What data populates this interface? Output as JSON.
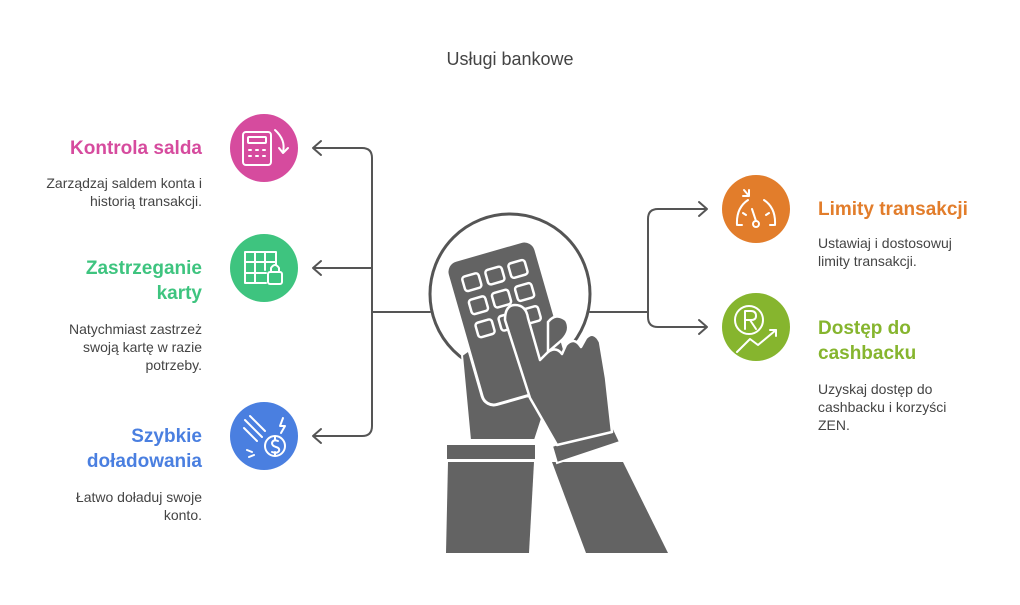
{
  "title": "Usługi bankowe",
  "colors": {
    "pink": "#d64b9e",
    "green": "#3ec47f",
    "blue": "#4a7fe0",
    "orange": "#e27d2b",
    "lime": "#86b52e",
    "dark": "#636363"
  },
  "items": [
    {
      "key": "kontrola",
      "heading": "Kontrola salda",
      "description": "Zarządzaj saldem konta i historią transakcji.",
      "icon": "calculator-refresh-icon",
      "color": "pink"
    },
    {
      "key": "zastrzeganie",
      "heading": "Zastrzeganie karty",
      "description": "Natychmiast zastrzeż swoją kartę w razie potrzeby.",
      "icon": "grid-lock-icon",
      "color": "green"
    },
    {
      "key": "doladowania",
      "heading": "Szybkie doładowania",
      "description": "Łatwo doładuj swoje konto.",
      "icon": "fast-money-icon",
      "color": "blue"
    },
    {
      "key": "limity",
      "heading": "Limity transakcji",
      "description": "Ustawiaj i dostosowuj limity transakcji.",
      "icon": "gauge-icon",
      "color": "orange"
    },
    {
      "key": "cashback",
      "heading": "Dostęp do cashbacku",
      "description": "Uzyskaj dostęp do cashbacku i korzyści ZEN.",
      "icon": "cashback-growth-icon",
      "color": "lime"
    }
  ],
  "center_icon": "hand-phone-keypad-icon"
}
